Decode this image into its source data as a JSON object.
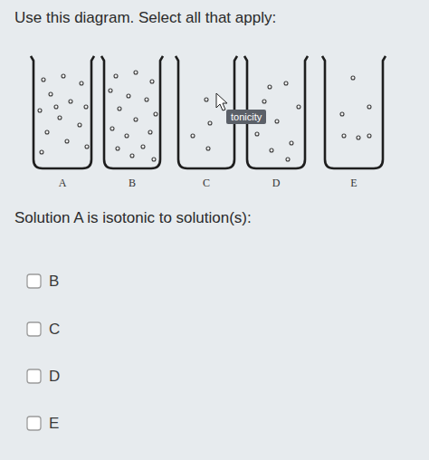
{
  "diagram": {
    "title": "Use this diagram. Select all that apply:",
    "nodes": [
      {
        "text": [
          "A"
        ]
      },
      {
        "text": [
          "B"
        ]
      },
      {
        "text": [
          "C"
        ]
      },
      {
        "text": [
          "D"
        ]
      },
      {
        "text": [
          "E"
        ]
      },
      {
        "text": [
          "tonicity"
        ]
      }
    ],
    "labels": [
      "Solution A is isotonic to solution(s):",
      "B",
      "C",
      "D",
      "E"
    ]
  }
}
